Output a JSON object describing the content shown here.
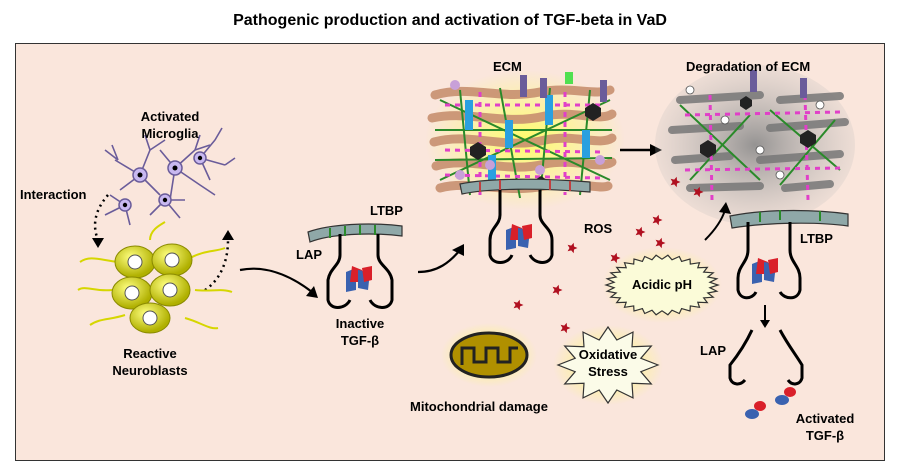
{
  "title": "Pathogenic  production and activation of TGF-beta in VaD",
  "labels": {
    "activated_microglia": [
      "Activated",
      "Microglia"
    ],
    "interaction": "Interaction",
    "reactive_neuroblasts": [
      "Reactive",
      "Neuroblasts"
    ],
    "ltbp_left": "LTBP",
    "lap_left": "LAP",
    "inactive_tgf": [
      "Inactive",
      "TGF-β"
    ],
    "ecm": "ECM",
    "ros": "ROS",
    "degradation_ecm": "Degradation of ECM",
    "ltbp_right": "LTBP",
    "acidic_ph": "Acidic pH",
    "oxidative_stress": [
      "Oxidative",
      "Stress"
    ],
    "mitochondrial_damage": "Mitochondrial damage",
    "lap_right": "LAP",
    "activated_tgf": [
      "Activated",
      "TGF-β"
    ]
  },
  "colors": {
    "panel": "#fae6dc",
    "microglia": "#6a5c9a",
    "neuroblast": "#d6d600",
    "tgf_red": "#d9202a",
    "tgf_blue": "#3a62b0",
    "ros_star": "#b01020",
    "mito": "#b09000",
    "ecm_band": "#e0b48c",
    "ecm_pink": "#e040c8",
    "ecm_green": "#2a8a2a",
    "ecm_blue": "#2aa0e0"
  }
}
